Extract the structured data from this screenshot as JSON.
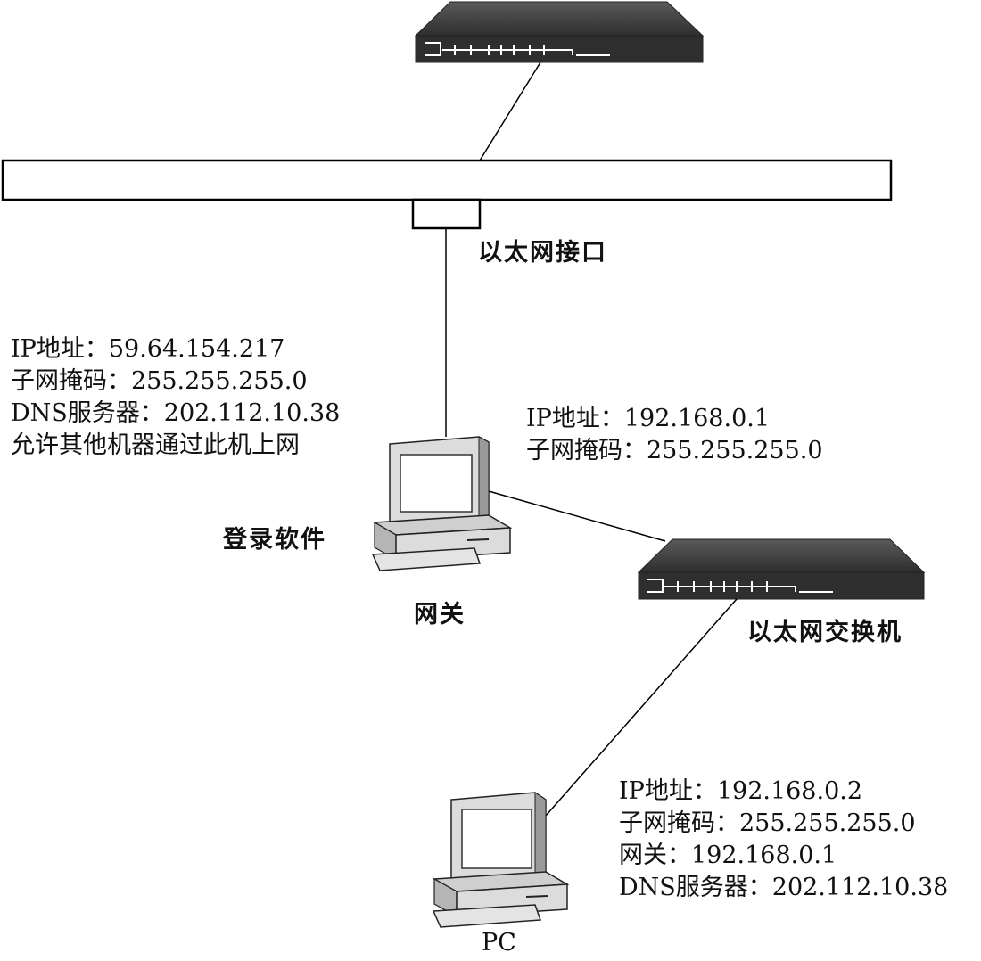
{
  "ethernet_interface_label": "以太网接口",
  "gateway": {
    "software_label": "登录软件",
    "name_label": "网关",
    "wan": {
      "ip": "IP地址：59.64.154.217",
      "mask": "子网掩码：255.255.255.0",
      "dns": "DNS服务器：202.112.10.38",
      "share": "允许其他机器通过此机上网"
    },
    "lan": {
      "ip": "IP地址：192.168.0.1",
      "mask": "子网掩码：255.255.255.0"
    }
  },
  "switch_label": "以太网交换机",
  "pc": {
    "name_label": "PC",
    "ip": "IP地址：192.168.0.2",
    "mask": "子网掩码：255.255.255.0",
    "gateway": "网关：192.168.0.1",
    "dns": "DNS服务器：202.112.10.38"
  },
  "colors": {
    "device_dark": "#3a3a3a",
    "device_light": "#dcdcdc",
    "line": "#000000"
  }
}
